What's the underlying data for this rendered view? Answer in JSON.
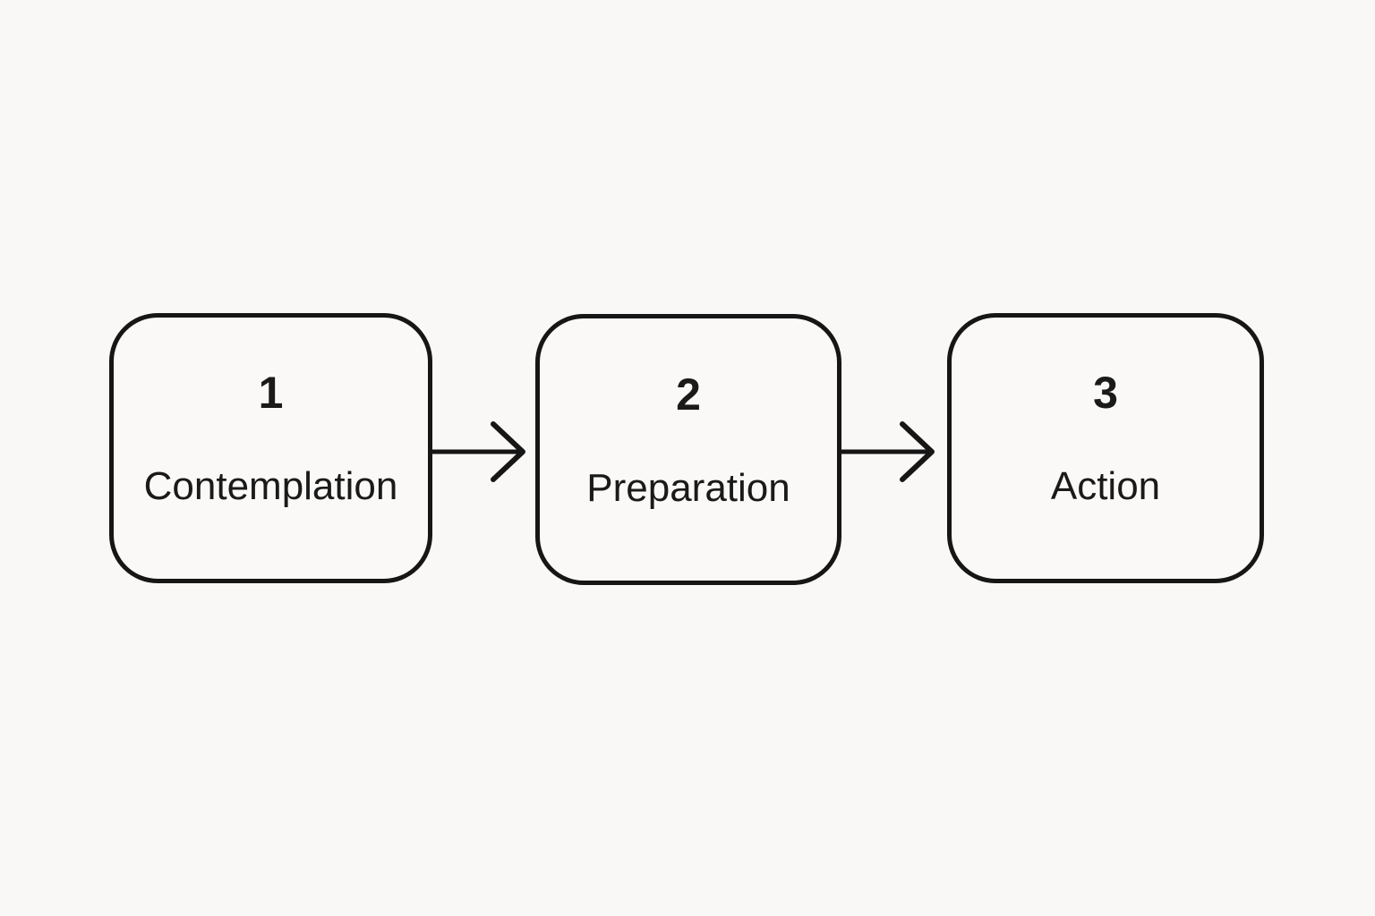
{
  "diagram": {
    "title": "",
    "background_color": "#f9f8f6",
    "stroke_color": "#161616",
    "text_color": "#1a1a1a",
    "steps": [
      {
        "number": "1",
        "label": "Contemplation"
      },
      {
        "number": "2",
        "label": "Preparation"
      },
      {
        "number": "3",
        "label": "Action"
      }
    ],
    "connectors": [
      {
        "from": "Contemplation",
        "to": "Preparation",
        "direction": "right"
      },
      {
        "from": "Preparation",
        "to": "Action",
        "direction": "right"
      }
    ]
  }
}
